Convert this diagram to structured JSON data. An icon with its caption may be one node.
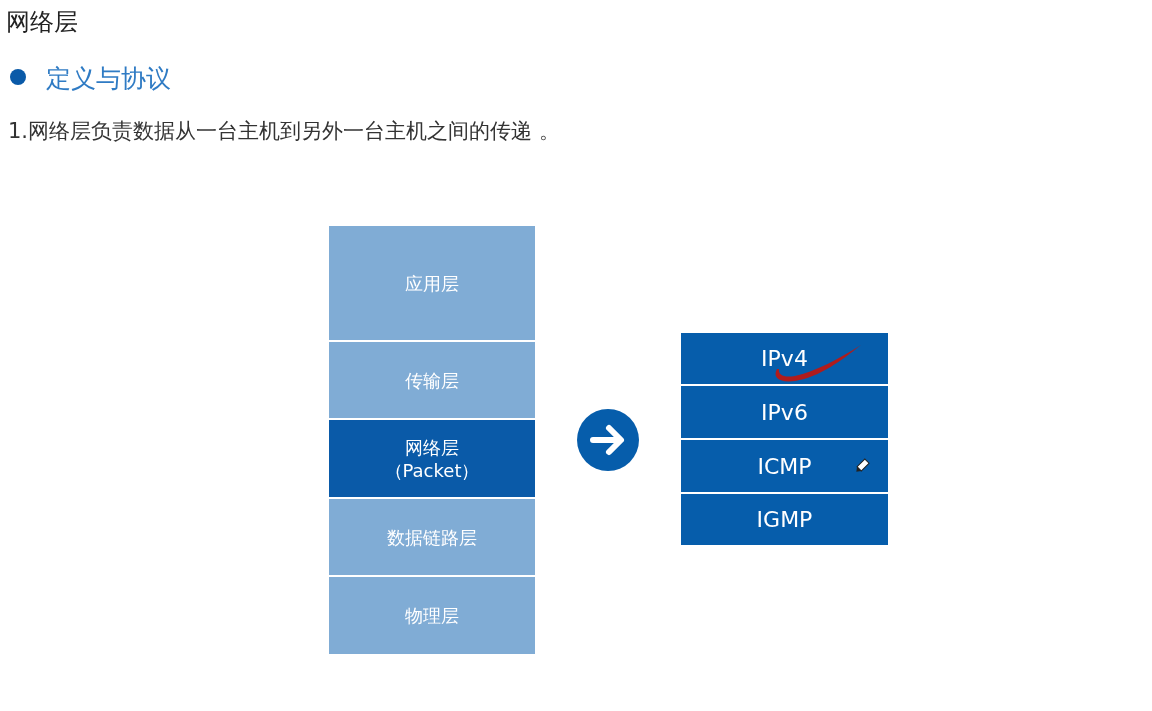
{
  "diagram": {
    "title": "网络层",
    "nodes": [
      {
        "text": [
          "应用层"
        ]
      },
      {
        "text": [
          "传输层"
        ]
      },
      {
        "text": [
          "网络层",
          "（Packet）"
        ]
      },
      {
        "text": [
          "数据链路层"
        ]
      },
      {
        "text": [
          "物理层"
        ]
      },
      {
        "text": [
          "IPv4"
        ]
      },
      {
        "text": [
          "IPv6"
        ]
      },
      {
        "text": [
          "ICMP"
        ]
      },
      {
        "text": [
          "IGMP"
        ]
      },
      {
        "text": [],
        "shape": "stroke",
        "in": 5
      }
    ],
    "labels": [
      "定义与协议",
      "1.网络层负责数据从一台主机到另外一台主机之间的传递 。"
    ]
  }
}
